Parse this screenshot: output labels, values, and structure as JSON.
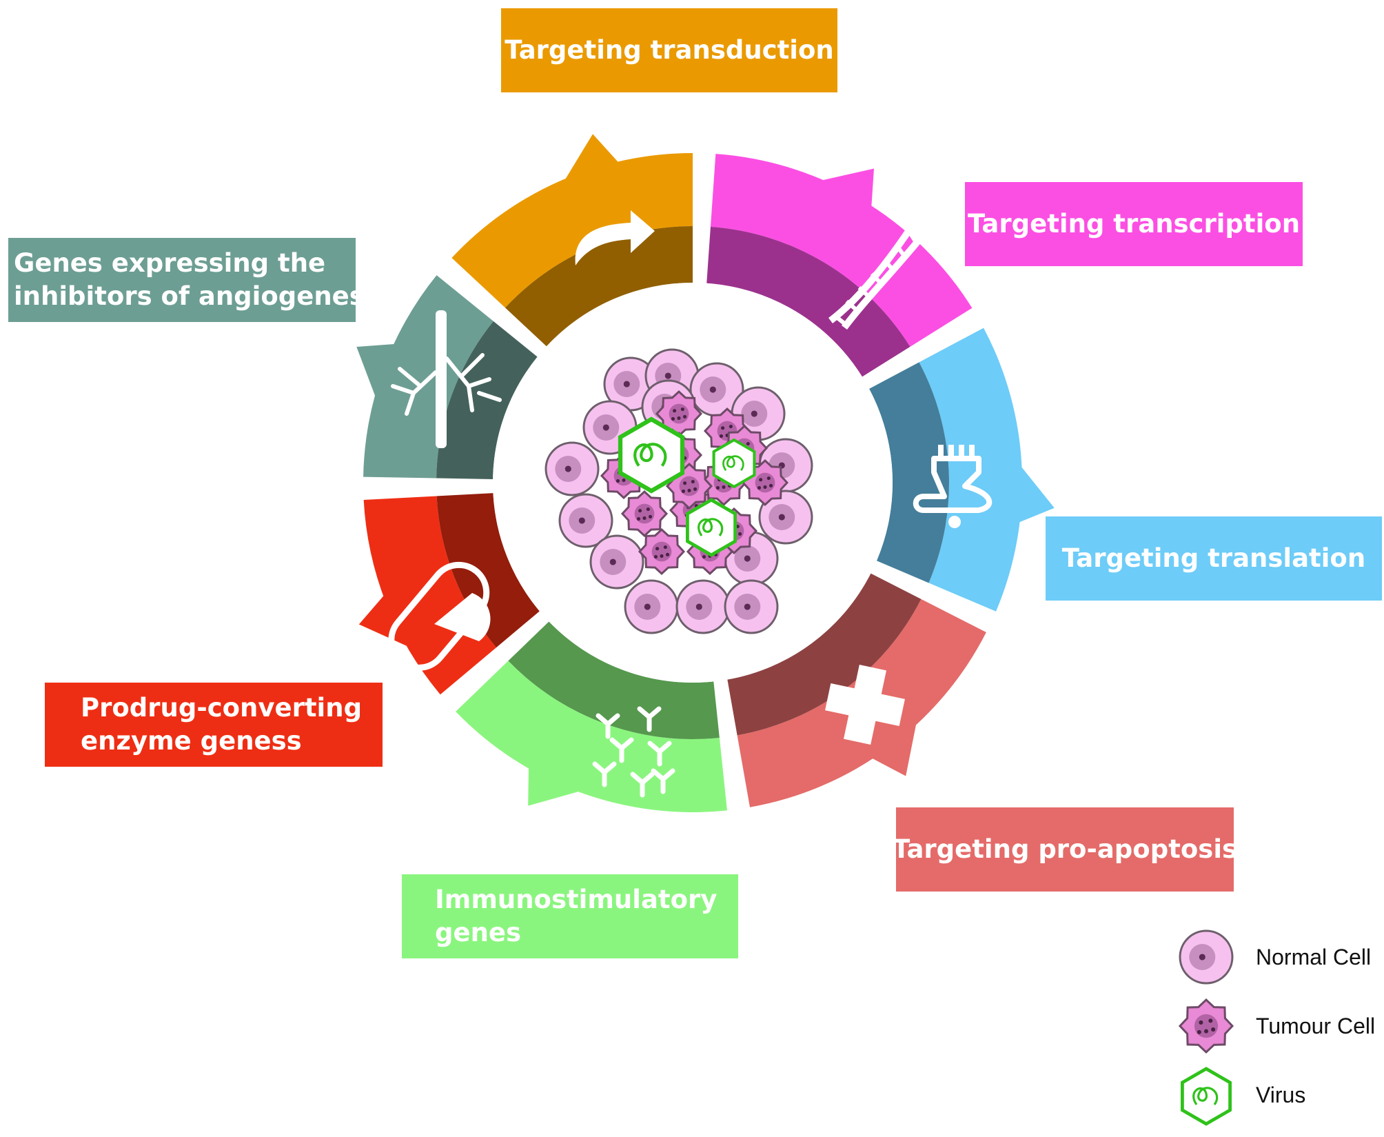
{
  "colors": {
    "transduction": "#ea9a00",
    "transcription": "#fb4fe3",
    "translation": "#6dccf8",
    "apoptosis": "#e46b69",
    "immuno": "#8af57e",
    "prodrug": "#ee2e14",
    "angiogenesis": "#6d9e93",
    "normal_cell": "#f6c1ef",
    "tumour_cell": "#e98ad6",
    "virus": "#2fc21a"
  },
  "segments": [
    {
      "key": "transduction",
      "icon": "curved-arrow-icon",
      "label_lines": [
        "Targeting transduction"
      ]
    },
    {
      "key": "transcription",
      "icon": "dna-helix-icon",
      "label_lines": [
        "Targeting transcription"
      ]
    },
    {
      "key": "translation",
      "icon": "ribosome-mrna-icon",
      "label_lines": [
        "Targeting translation"
      ]
    },
    {
      "key": "apoptosis",
      "icon": "medical-cross-icon",
      "label_lines": [
        "Targeting pro-apoptosis"
      ]
    },
    {
      "key": "immuno",
      "icon": "antibody-icon",
      "label_lines": [
        "Immunostimulatory",
        "genes"
      ]
    },
    {
      "key": "prodrug",
      "icon": "capsule-pill-icon",
      "label_lines": [
        "Prodrug-converting",
        "enzyme geness"
      ]
    },
    {
      "key": "angiogenesis",
      "icon": "blood-vessel-icon",
      "label_lines": [
        "Genes expressing the",
        "inhibitors of angiogenesis"
      ]
    }
  ],
  "legend": [
    {
      "icon": "normal-cell-icon",
      "label": "Normal Cell"
    },
    {
      "icon": "tumour-cell-icon",
      "label": "Tumour Cell"
    },
    {
      "icon": "virus-icon",
      "label": "Virus"
    }
  ]
}
